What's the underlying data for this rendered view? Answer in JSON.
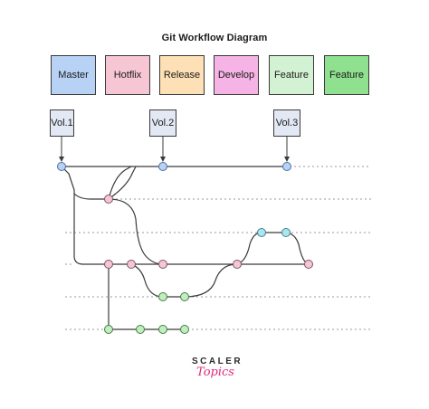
{
  "title": "Git Workflow Diagram",
  "legend": [
    {
      "label": "Master",
      "fill": "#b7d2f5",
      "key": "master"
    },
    {
      "label": "Hotflix",
      "fill": "#f7c6d4",
      "key": "hotfix"
    },
    {
      "label": "Release",
      "fill": "#fde0b5",
      "key": "release"
    },
    {
      "label": "Develop",
      "fill": "#f5b3e6",
      "key": "develop"
    },
    {
      "label": "Feature",
      "fill": "#d3f2d3",
      "key": "feature-1"
    },
    {
      "label": "Feature",
      "fill": "#8fe08f",
      "key": "feature-2"
    }
  ],
  "versions": [
    "Vol.1",
    "Vol.2",
    "Vol.3"
  ],
  "colors": {
    "line": "#3a3a3a",
    "dotted": "#9a9a9a",
    "master_node": "#b7d2f5",
    "hotfix_node": "#f7c6d4",
    "release_node": "#a9e6f0",
    "feature_node": "#bfeebf",
    "node_stroke": "#4a6fa5"
  },
  "logo": {
    "top": "SCALER",
    "bottom": "Topics"
  }
}
